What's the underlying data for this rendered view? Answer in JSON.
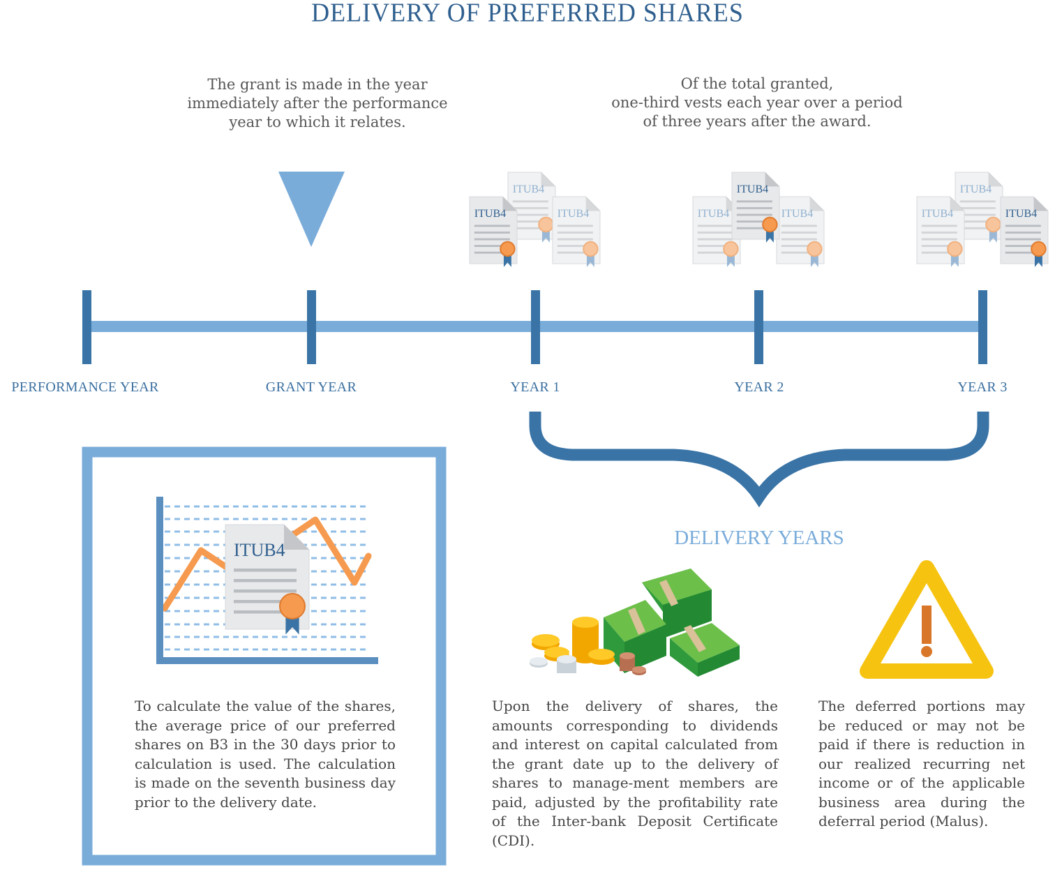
{
  "title": "DELIVERY OF PREFERRED SHARES",
  "notes": {
    "grant": "The grant is made in the year\nimmediately after the performance\nyear to which it relates.",
    "vesting": "Of the total granted,\none-third vests each year over a period\nof three years after the award."
  },
  "timeline": {
    "milestones": [
      {
        "label": "PERFORMANCE YEAR"
      },
      {
        "label": "GRANT YEAR"
      },
      {
        "label": "YEAR 1"
      },
      {
        "label": "YEAR 2"
      },
      {
        "label": "YEAR 3"
      }
    ],
    "certificate_ticker": "ITUB4",
    "delivery_label": "DELIVERY YEARS"
  },
  "colors": {
    "dark_blue": "#3a74a6",
    "light_blue": "#7aacda",
    "orange": "#f59a4e",
    "warning_yellow": "#f6c311",
    "money_green": "#3aa843"
  },
  "panels": {
    "calculation": {
      "ticker": "ITUB4",
      "text": "To calculate the value of the shares, the average price of our preferred shares on B3 in the 30 days prior to calculation is used. The calculation is made on the seventh business day prior to the delivery date."
    },
    "dividends": {
      "text": "Upon the delivery of shares, the amounts corresponding to dividends and interest on capital calculated from the grant date up to the delivery of shares to manage-ment members are paid, adjusted by the profitability rate of the Inter-bank Deposit Certificate (CDI)."
    },
    "malus": {
      "text": "The deferred portions may be reduced or may not be paid if there is reduction in our realized recurring net income or of the applicable business area during the deferral period (Malus)."
    }
  }
}
